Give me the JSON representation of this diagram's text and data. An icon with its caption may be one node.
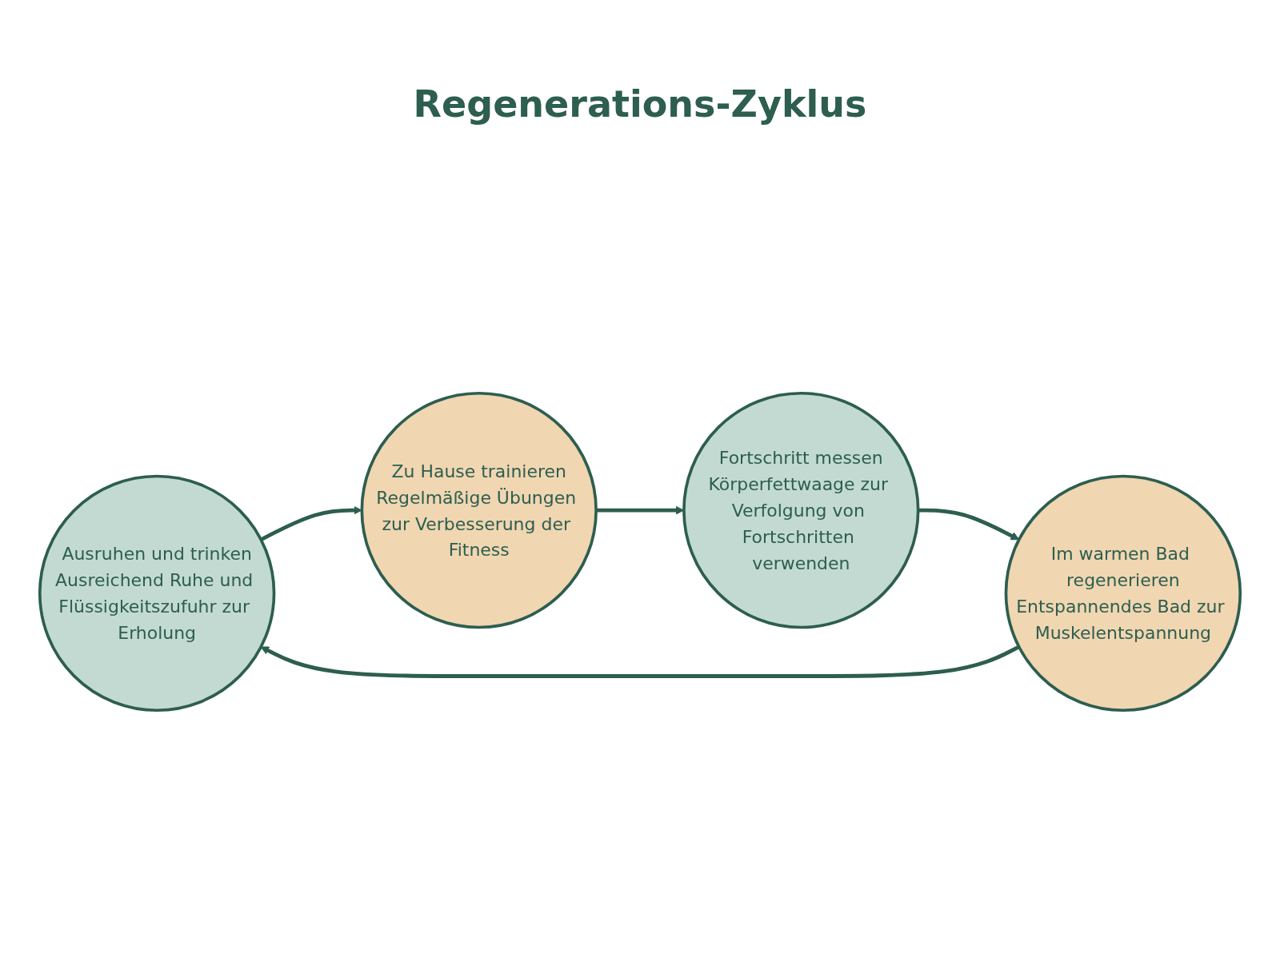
{
  "diagram": {
    "title": "Regenerations-Zyklus",
    "nodes": [
      {
        "text": [
          "Ausruhen und trinken",
          "Ausreichend Ruhe und Flüssigkeitszufuhr zur Erholung"
        ]
      },
      {
        "text": [
          "Zu Hause trainieren",
          "Regelmäßige Übungen zur Verbesserung der Fitness"
        ]
      },
      {
        "text": [
          "Im warmen Bad regenerieren",
          "Entspannendes Bad zur Muskelentspannung"
        ]
      },
      {
        "text": [
          "Fortschritt messen",
          "Körperfettwaage zur Verfolgung von Fortschritten verwenden"
        ]
      }
    ],
    "edges": [
      {
        "from": 0,
        "to": 1,
        "arrow": "to"
      },
      {
        "from": 1,
        "to": 3,
        "arrow": "to"
      },
      {
        "from": 3,
        "to": 2,
        "arrow": "to"
      },
      {
        "from": 2,
        "to": 0,
        "arrow": "to"
      }
    ]
  }
}
